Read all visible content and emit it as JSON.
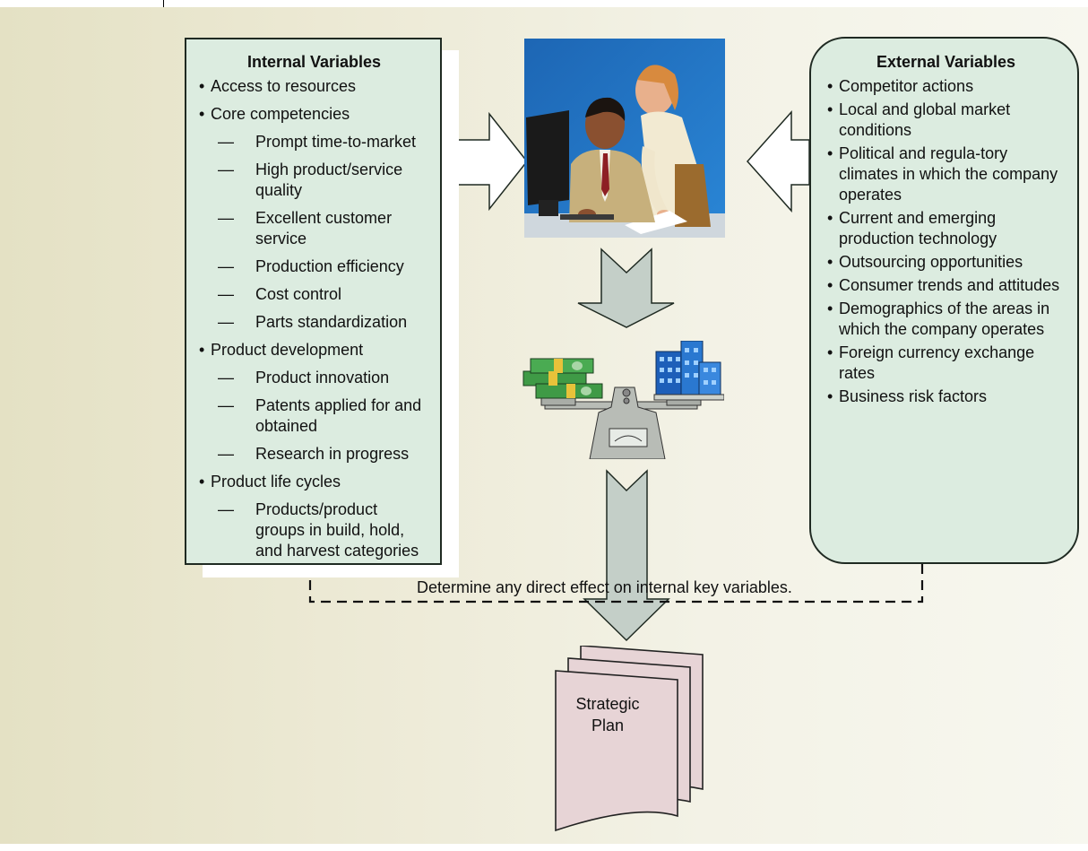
{
  "internal": {
    "title": "Internal Variables",
    "items": [
      {
        "label": "Access to resources",
        "subitems": []
      },
      {
        "label": "Core competencies",
        "subitems": [
          "Prompt time-to-market",
          "High product/service quality",
          "Excellent customer service",
          "Production efficiency",
          "Cost control",
          "Parts standardization"
        ]
      },
      {
        "label": "Product development",
        "subitems": [
          "Product innovation",
          "Patents applied for and obtained",
          "Research in progress"
        ]
      },
      {
        "label": "Product life cycles",
        "subitems": [
          "Products/product groups in build, hold, and harvest categories"
        ]
      }
    ]
  },
  "external": {
    "title": "External Variables",
    "items": [
      "Competitor actions",
      "Local and global market conditions",
      "Political and regula-tory climates in which the company operates",
      "Current and emerging production technology",
      "Outsourcing opportunities",
      "Consumer trends and attitudes",
      "Demographics of the areas in which the company operates",
      "Foreign currency exchange rates",
      "Business risk factors"
    ]
  },
  "feedback_caption": "Determine any direct effect on internal key variables.",
  "plan_label": "Strategic Plan",
  "bullet_glyph": "•",
  "dash_glyph": "—",
  "colors": {
    "panel_fill": "#dcece0",
    "arrow_fill": "#c4cfc8",
    "plan_fill": "#e7d4d6",
    "background": "#eeebd8"
  },
  "icons": {
    "photo": "office-workers-at-computer-icon",
    "scale": "money-vs-buildings-balance-scale-icon",
    "plan": "document-stack-icon"
  }
}
